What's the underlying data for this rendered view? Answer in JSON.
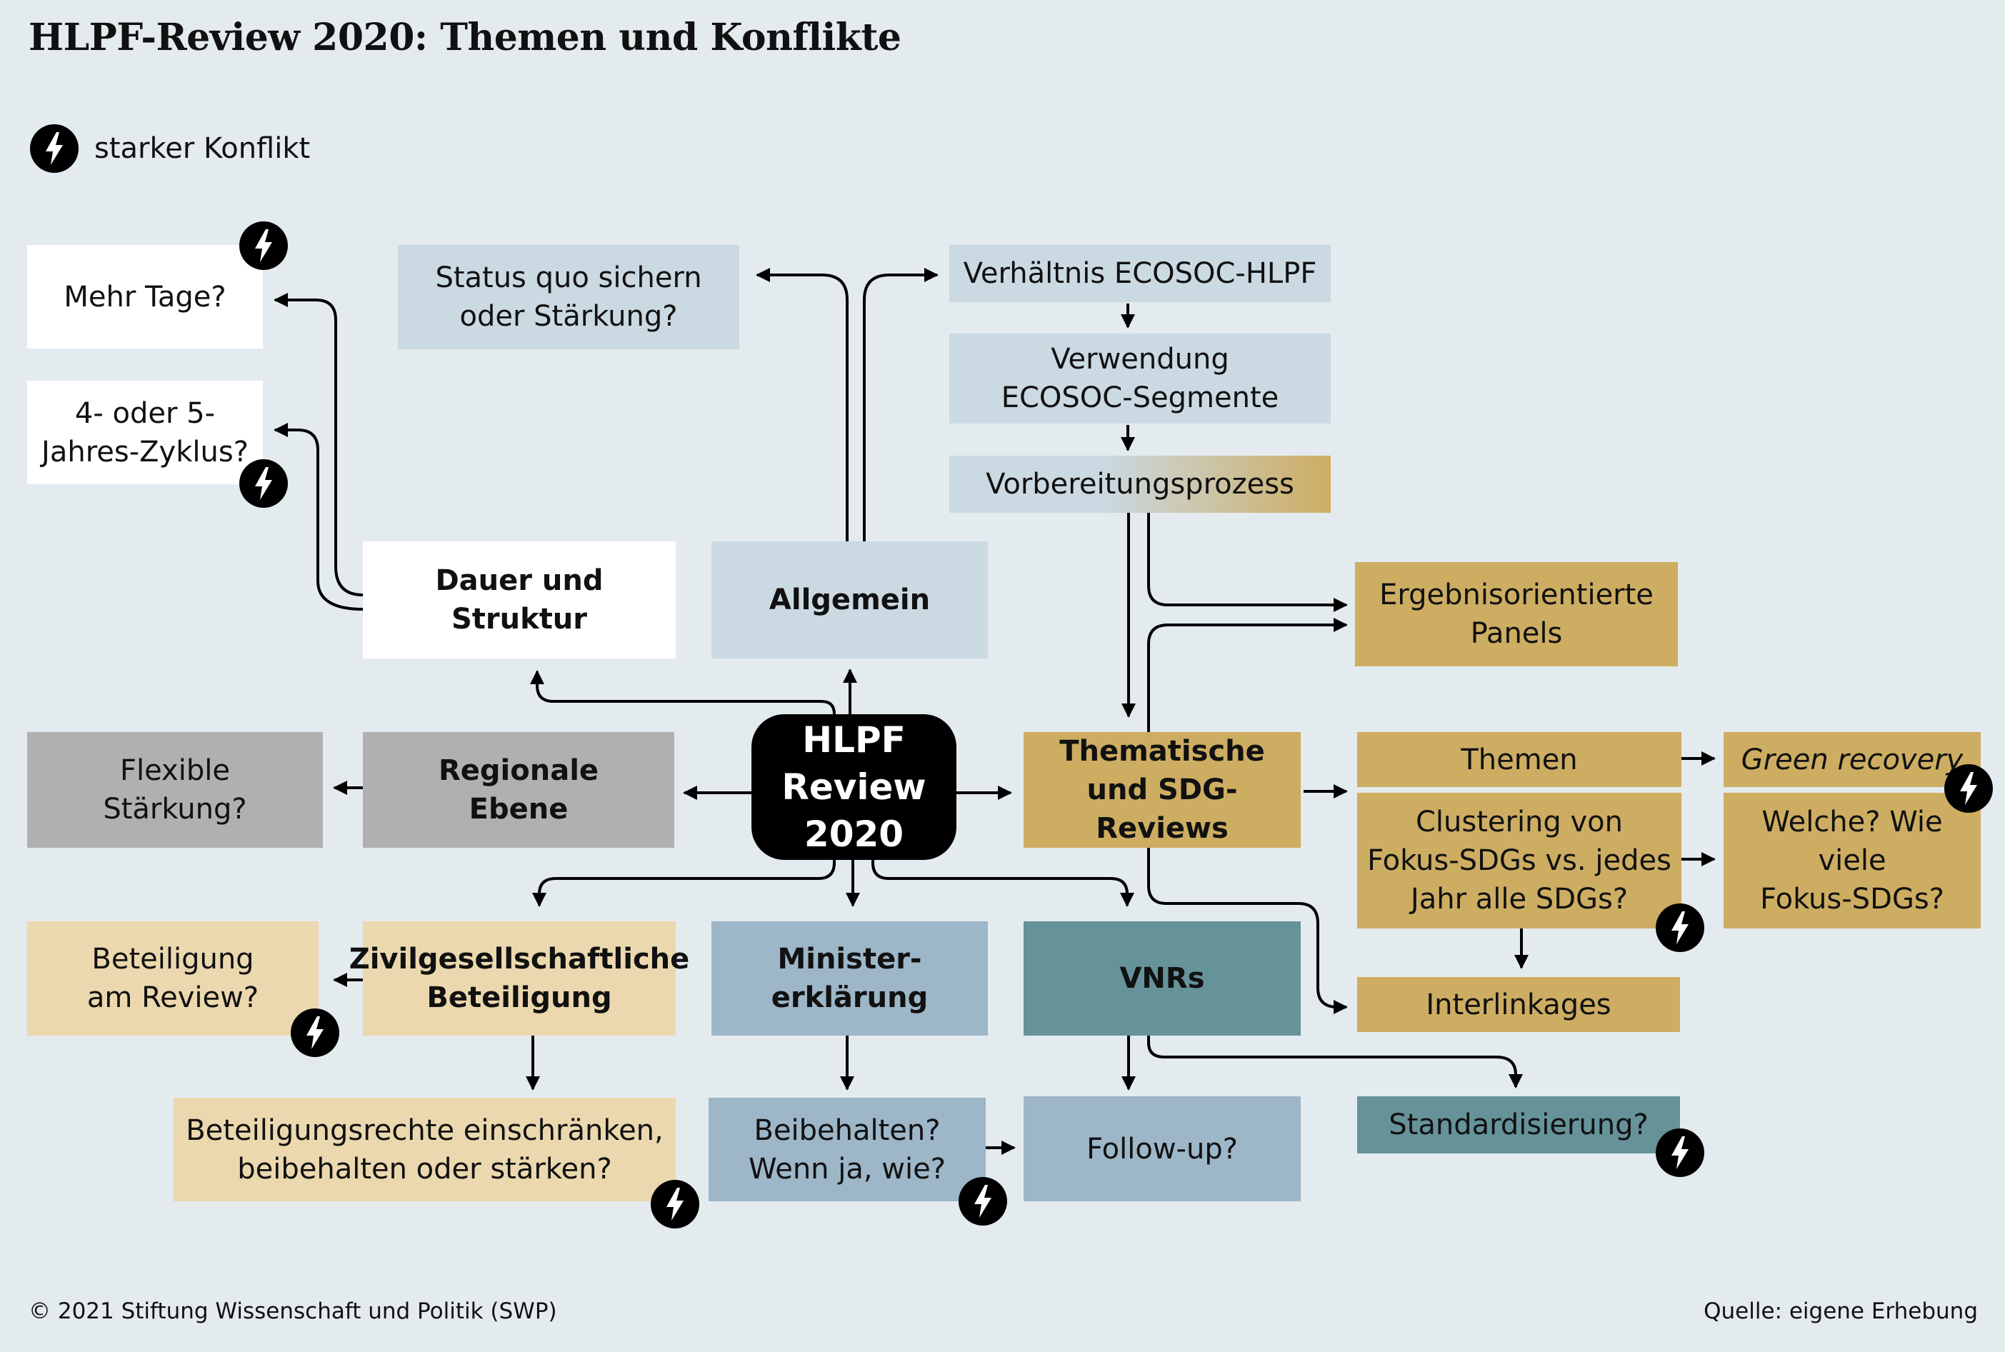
{
  "title": "HLPF-Review 2020: Themen und Konflikte",
  "legend": {
    "label": "starker Konflikt",
    "icon": "lightning-bolt-icon"
  },
  "center": {
    "line1": "HLPF",
    "line2": "Review",
    "line3": "2020"
  },
  "categories": {
    "dauer": {
      "line1": "Dauer und",
      "line2": "Struktur"
    },
    "allgemein": {
      "label": "Allgemein"
    },
    "regionale": {
      "line1": "Regionale",
      "line2": "Ebene"
    },
    "thematische": {
      "line1": "Thematische",
      "line2": "und SDG-Reviews"
    },
    "zivil": {
      "line1": "Zivilgesellschaftliche",
      "line2": "Beteiligung"
    },
    "minister": {
      "line1": "Minister-",
      "line2": "erklärung"
    },
    "vnrs": {
      "label": "VNRs"
    }
  },
  "topics": {
    "mehr_tage": {
      "label": "Mehr Tage?"
    },
    "zyklus": {
      "line1": "4- oder 5-",
      "line2": "Jahres-Zyklus?"
    },
    "status_quo": {
      "line1": "Status quo sichern",
      "line2": "oder Stärkung?"
    },
    "ecosoc_hlpf": {
      "label": "Verhältnis ECOSOC-HLPF"
    },
    "verwendung": {
      "line1": "Verwendung",
      "line2": "ECOSOC-Segmente"
    },
    "vorbereitung": {
      "label": "Vorbereitungsprozess"
    },
    "panels": {
      "line1": "Ergebnisorientierte",
      "line2": "Panels"
    },
    "flexible": {
      "line1": "Flexible",
      "line2": "Stärkung?"
    },
    "themen": {
      "label": "Themen"
    },
    "green": {
      "label": "Green recovery"
    },
    "clustering": {
      "line1": "Clustering von",
      "line2": "Fokus-SDGs vs. jedes",
      "line3": "Jahr alle SDGs?"
    },
    "welche": {
      "line1": "Welche? Wie viele",
      "line2": "Fokus-SDGs?"
    },
    "interlinkages": {
      "label": "Interlinkages"
    },
    "beteiligung_review": {
      "line1": "Beteiligung",
      "line2": "am Review?"
    },
    "rechte": {
      "line1": "Beteiligungsrechte einschränken,",
      "line2": "beibehalten oder stärken?"
    },
    "beibehalten": {
      "line1": "Beibehalten?",
      "line2": "Wenn ja, wie?"
    },
    "followup": {
      "label": "Follow-up?"
    },
    "standard": {
      "label": "Standardisierung?"
    }
  },
  "footer": {
    "copyright": "© 2021 Stiftung Wissenschaft und Politik (SWP)",
    "source": "Quelle: eigene Erhebung"
  },
  "colors": {
    "background": "#e4ebef",
    "white": "#ffffff",
    "light_blue": "#cbd9e2",
    "grey": "#b0b0b0",
    "gold": "#cdad62",
    "beige": "#ebd8ae",
    "medium_blue": "#9db6c8",
    "teal": "#66929a",
    "center": "#000000"
  }
}
